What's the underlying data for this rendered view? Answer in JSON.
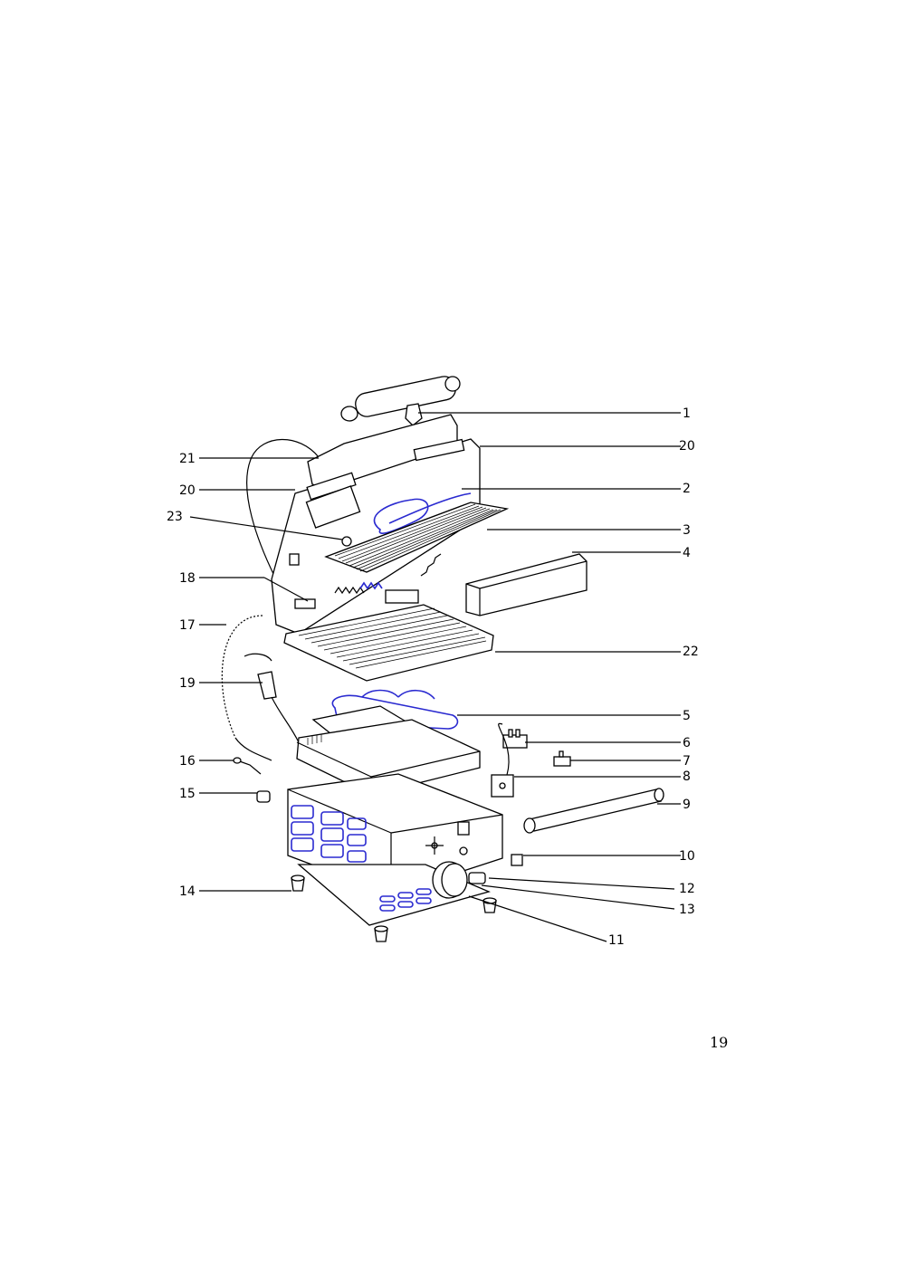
{
  "callouts": [
    {
      "id": "c1",
      "label": "1"
    },
    {
      "id": "c20r",
      "label": "20"
    },
    {
      "id": "c2",
      "label": "2"
    },
    {
      "id": "c3",
      "label": "3"
    },
    {
      "id": "c4",
      "label": "4"
    },
    {
      "id": "c22",
      "label": "22"
    },
    {
      "id": "c5",
      "label": "5"
    },
    {
      "id": "c6",
      "label": "6"
    },
    {
      "id": "c7",
      "label": "7"
    },
    {
      "id": "c8",
      "label": "8"
    },
    {
      "id": "c9",
      "label": "9"
    },
    {
      "id": "c10",
      "label": "10"
    },
    {
      "id": "c12",
      "label": "12"
    },
    {
      "id": "c13",
      "label": "13"
    },
    {
      "id": "c11",
      "label": "11"
    },
    {
      "id": "c21",
      "label": "21"
    },
    {
      "id": "c20l",
      "label": "20"
    },
    {
      "id": "c23",
      "label": "23"
    },
    {
      "id": "c18",
      "label": "18"
    },
    {
      "id": "c17",
      "label": "17"
    },
    {
      "id": "c19",
      "label": "19"
    },
    {
      "id": "c16",
      "label": "16"
    },
    {
      "id": "c15",
      "label": "15"
    },
    {
      "id": "c14",
      "label": "14"
    }
  ],
  "page_number": "19",
  "colors": {
    "line": "#000000",
    "accent_blue": "#2a2ad0",
    "background": "#ffffff"
  }
}
